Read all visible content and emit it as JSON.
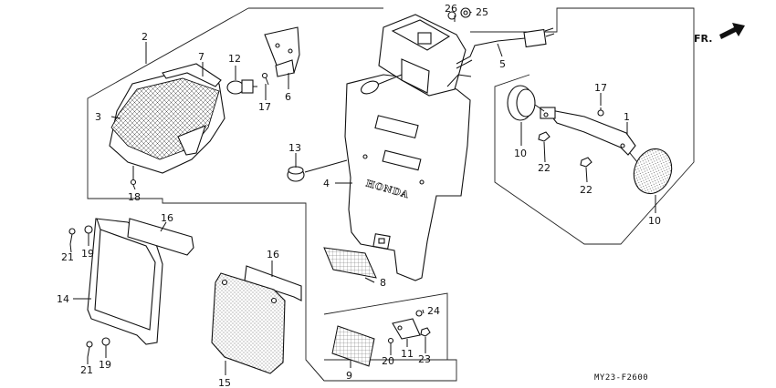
{
  "direction_arrow": {
    "label": "FR."
  },
  "diagram_code": "MY23-F2600",
  "brand_emboss": "HONDA",
  "callouts": [
    {
      "id": "c1",
      "text": "1"
    },
    {
      "id": "c2",
      "text": "2"
    },
    {
      "id": "c3",
      "text": "3"
    },
    {
      "id": "c4",
      "text": "4"
    },
    {
      "id": "c5",
      "text": "5"
    },
    {
      "id": "c6",
      "text": "6"
    },
    {
      "id": "c7",
      "text": "7"
    },
    {
      "id": "c8",
      "text": "8"
    },
    {
      "id": "c9",
      "text": "9"
    },
    {
      "id": "c10a",
      "text": "10"
    },
    {
      "id": "c10b",
      "text": "10"
    },
    {
      "id": "c11",
      "text": "11"
    },
    {
      "id": "c12",
      "text": "12"
    },
    {
      "id": "c13",
      "text": "13"
    },
    {
      "id": "c14",
      "text": "14"
    },
    {
      "id": "c15",
      "text": "15"
    },
    {
      "id": "c16a",
      "text": "16"
    },
    {
      "id": "c16b",
      "text": "16"
    },
    {
      "id": "c17a",
      "text": "17"
    },
    {
      "id": "c17b",
      "text": "17"
    },
    {
      "id": "c18",
      "text": "18"
    },
    {
      "id": "c19a",
      "text": "19"
    },
    {
      "id": "c19b",
      "text": "19"
    },
    {
      "id": "c20",
      "text": "20"
    },
    {
      "id": "c21a",
      "text": "21"
    },
    {
      "id": "c21b",
      "text": "21"
    },
    {
      "id": "c22a",
      "text": "22"
    },
    {
      "id": "c22b",
      "text": "22"
    },
    {
      "id": "c23",
      "text": "23"
    },
    {
      "id": "c24",
      "text": "24"
    },
    {
      "id": "c25",
      "text": "25"
    },
    {
      "id": "c26",
      "text": "26"
    }
  ]
}
